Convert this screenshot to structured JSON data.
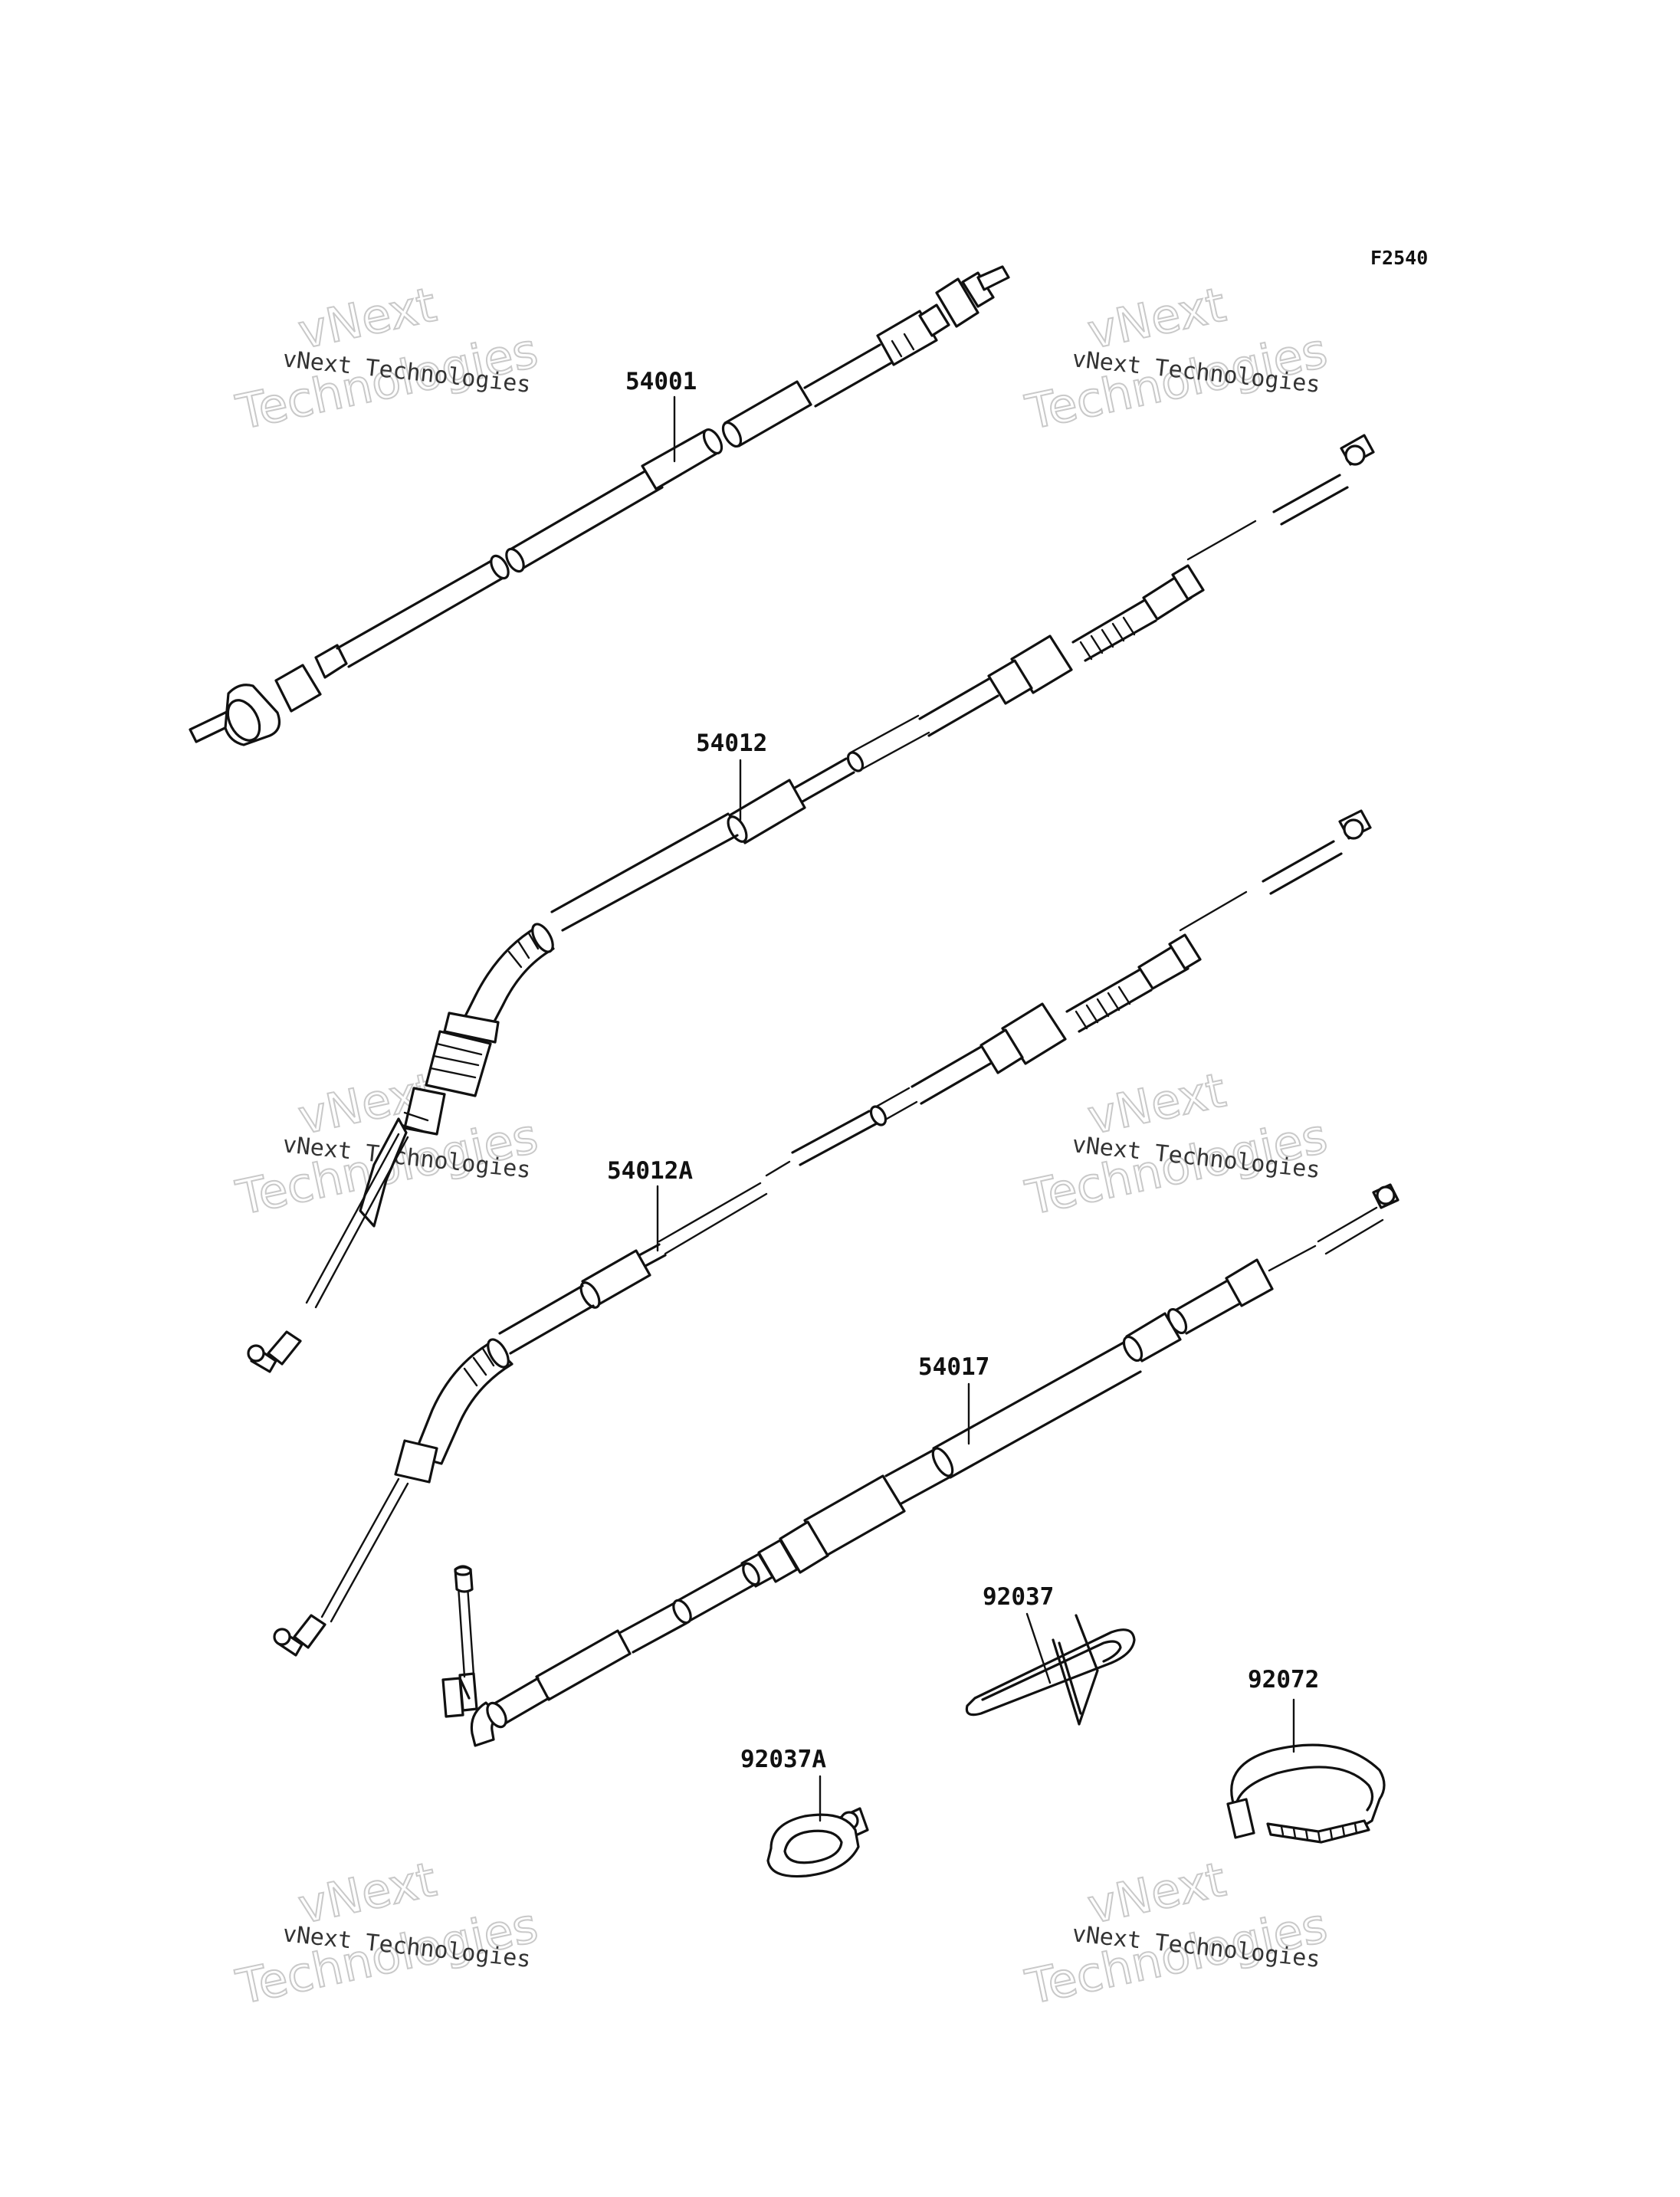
{
  "figure_code": "F2540",
  "watermark": {
    "company": "vNext Technologies",
    "brand_top": "vNext",
    "brand_bottom": "Technologies"
  },
  "parts": [
    {
      "id": "cable-54001",
      "number": "54001"
    },
    {
      "id": "cable-54012",
      "number": "54012"
    },
    {
      "id": "cable-54012a",
      "number": "54012A"
    },
    {
      "id": "cable-54017",
      "number": "54017"
    },
    {
      "id": "clamp-92037",
      "number": "92037"
    },
    {
      "id": "clamp-92037a",
      "number": "92037A"
    },
    {
      "id": "band-92072",
      "number": "92072"
    }
  ],
  "colors": {
    "line": "#111111",
    "background": "#ffffff",
    "watermark": "#c9c9c9"
  }
}
